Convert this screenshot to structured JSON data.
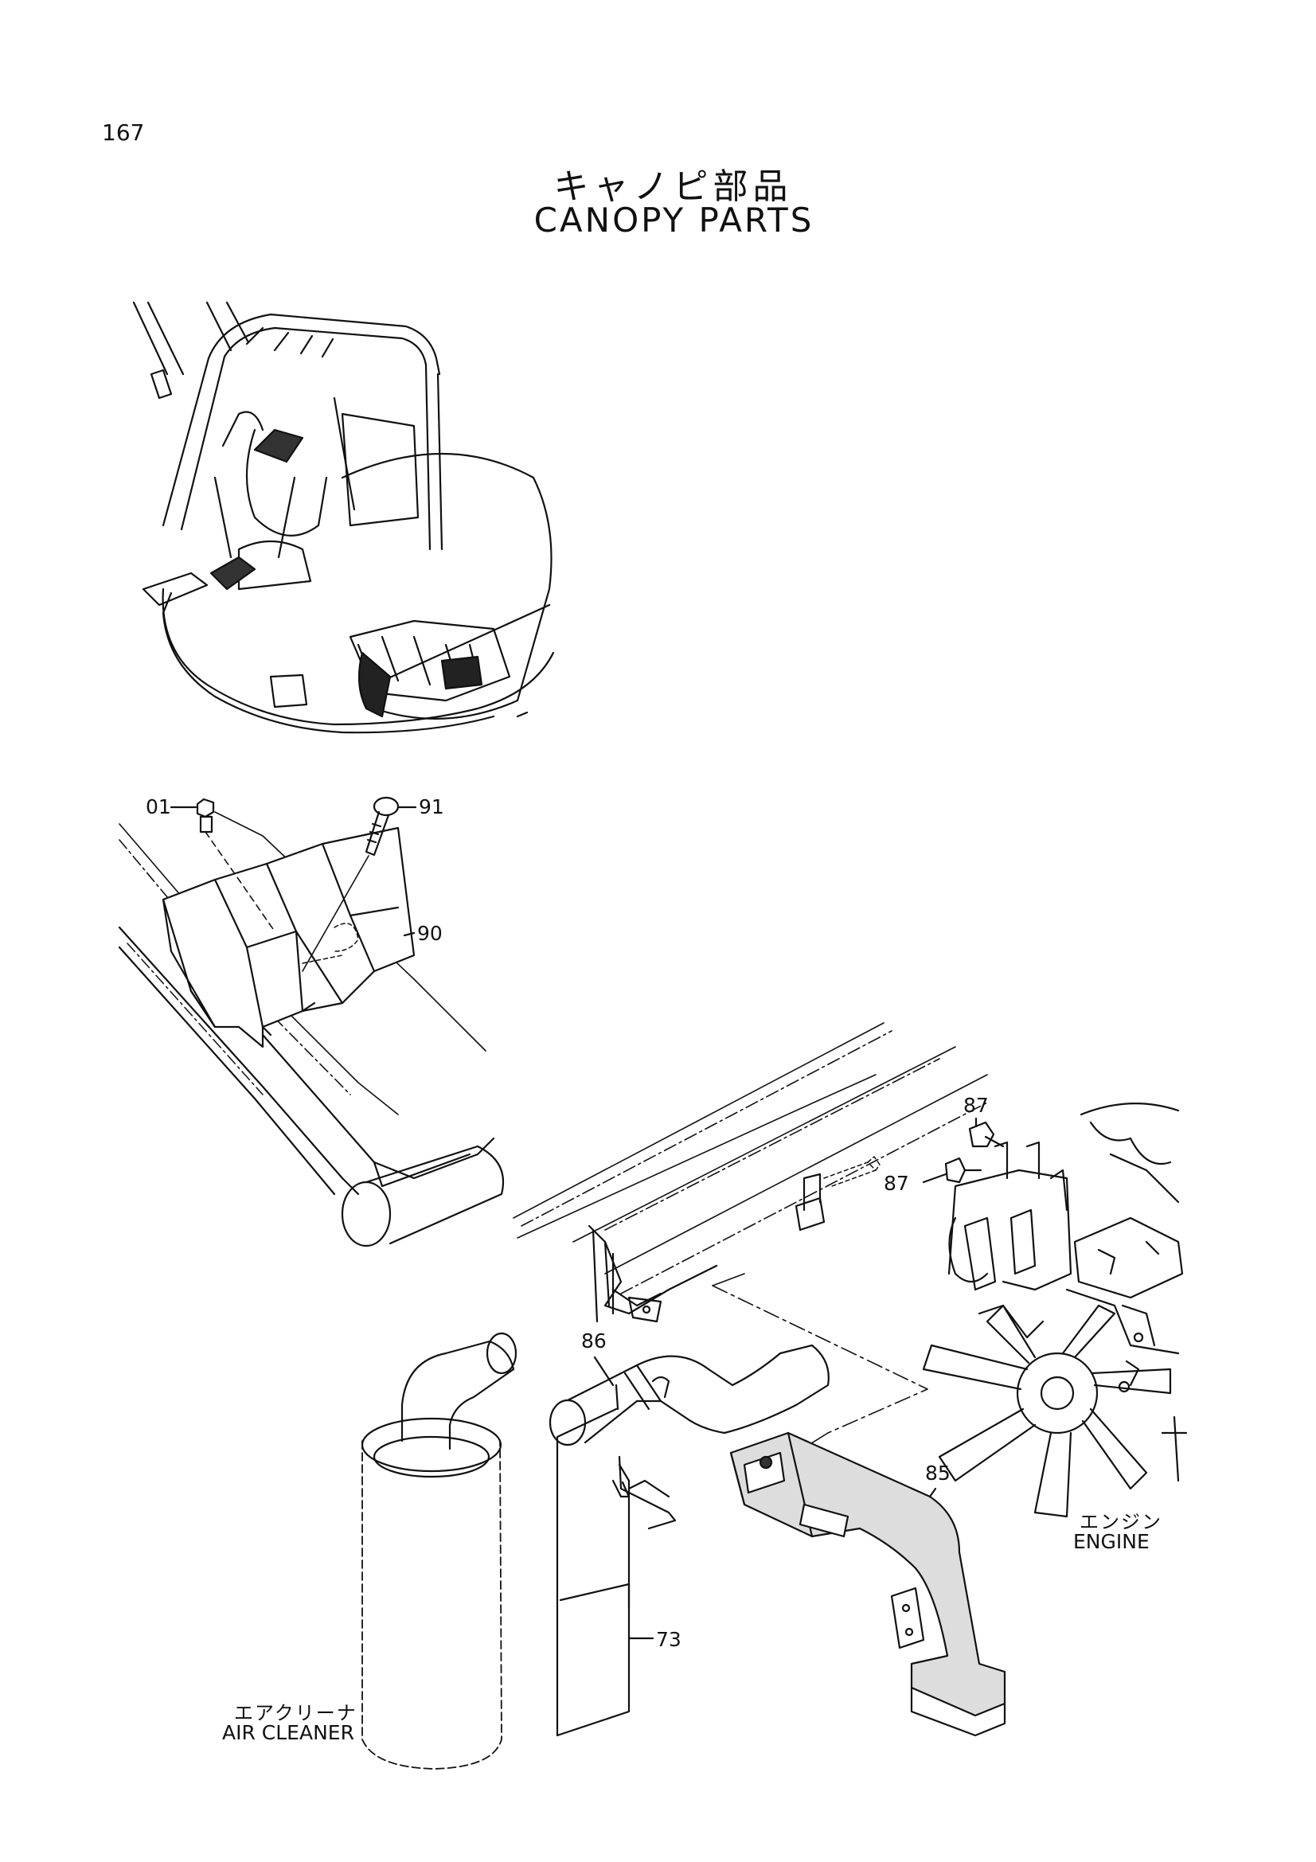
{
  "page_number": "167",
  "title": {
    "japanese": "キャノピ部品",
    "english": "CANOPY PARTS"
  },
  "callouts": {
    "p01": "01",
    "p91": "91",
    "p90": "90",
    "p87a": "87",
    "p87b": "87",
    "p86": "86",
    "p85": "85",
    "p73": "73"
  },
  "labels": {
    "engine_jp": "エンジン",
    "engine_en": "ENGINE",
    "air_cleaner_jp": "エアクリーナ",
    "air_cleaner_en": "AIR CLEANER"
  }
}
